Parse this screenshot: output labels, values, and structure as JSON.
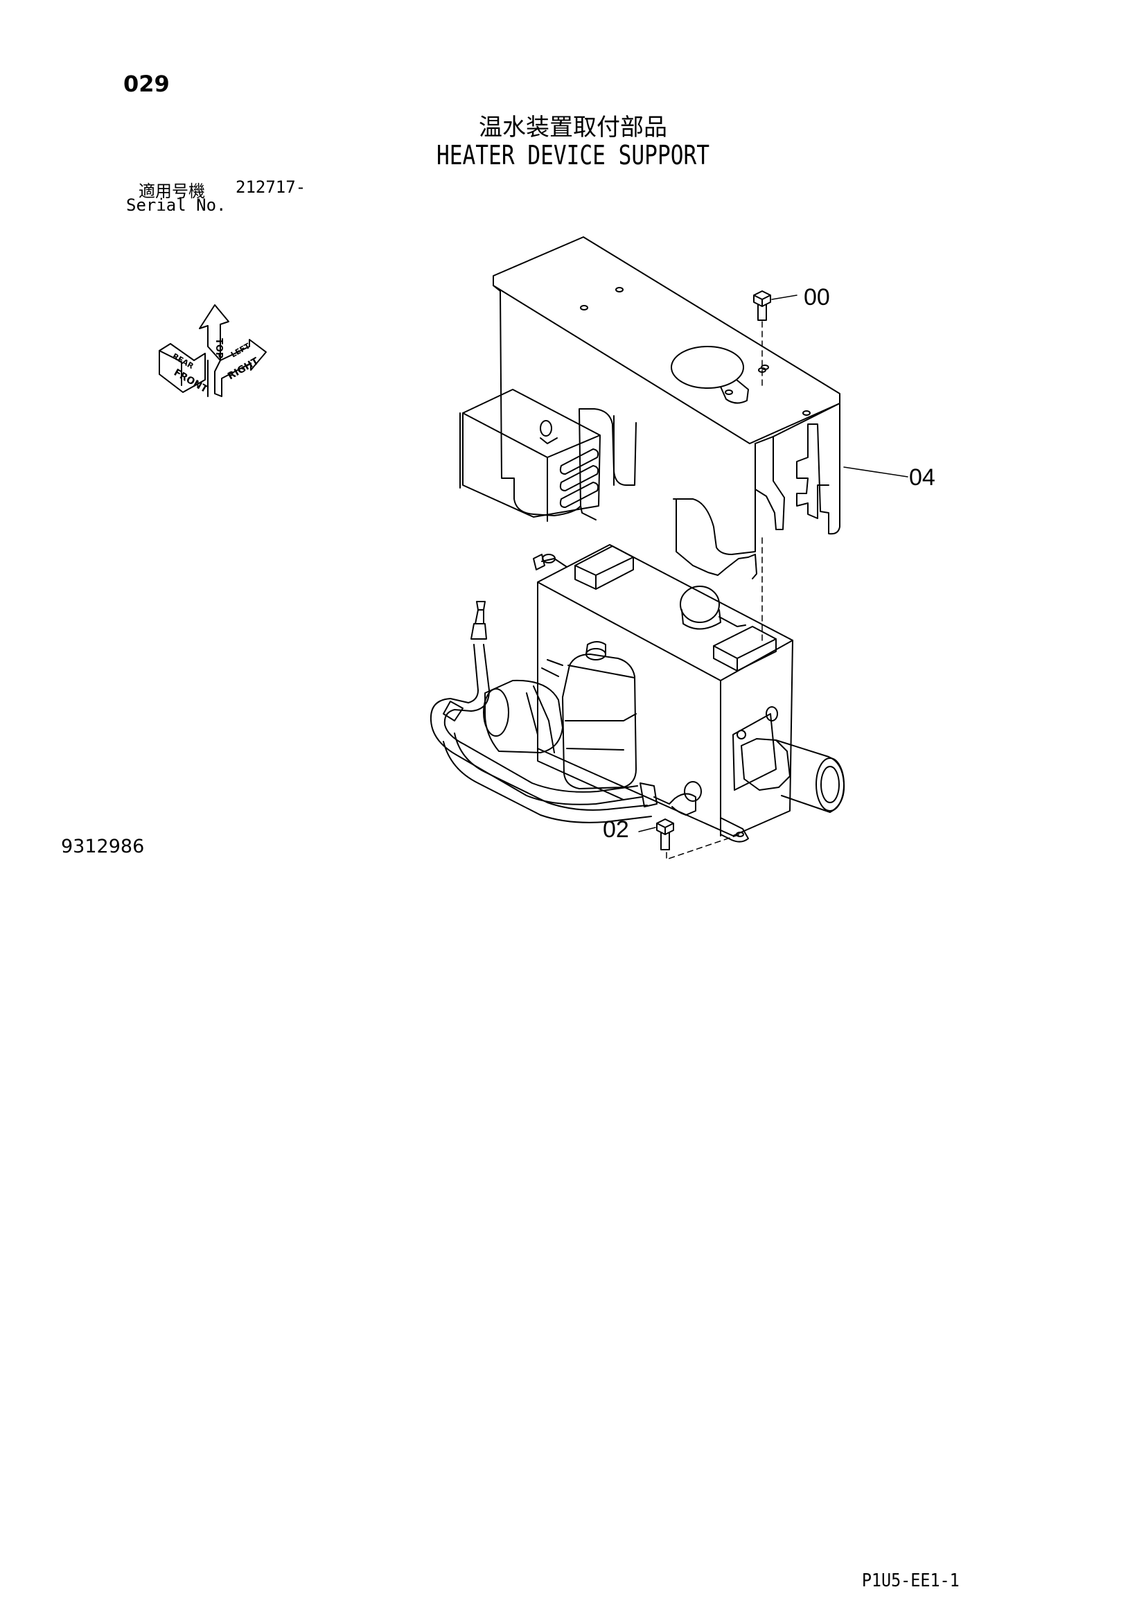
{
  "page": {
    "number": "029",
    "title_jp": "温水装置取付部品",
    "title_en": "HEATER DEVICE SUPPORT",
    "serial_label_jp": "適用号機",
    "serial_value": "212717-",
    "serial_label_en": "Serial No.",
    "drawing_number": "9312986",
    "page_code": "P1U5-EE1-1"
  },
  "orientation": {
    "labels": [
      "FRONT",
      "TOP",
      "RIGHT",
      "REAR",
      "LEFT"
    ]
  },
  "callouts": [
    {
      "label": "00",
      "part": "bolt"
    },
    {
      "label": "04",
      "part": "cover"
    },
    {
      "label": "02",
      "part": "bolt"
    }
  ]
}
